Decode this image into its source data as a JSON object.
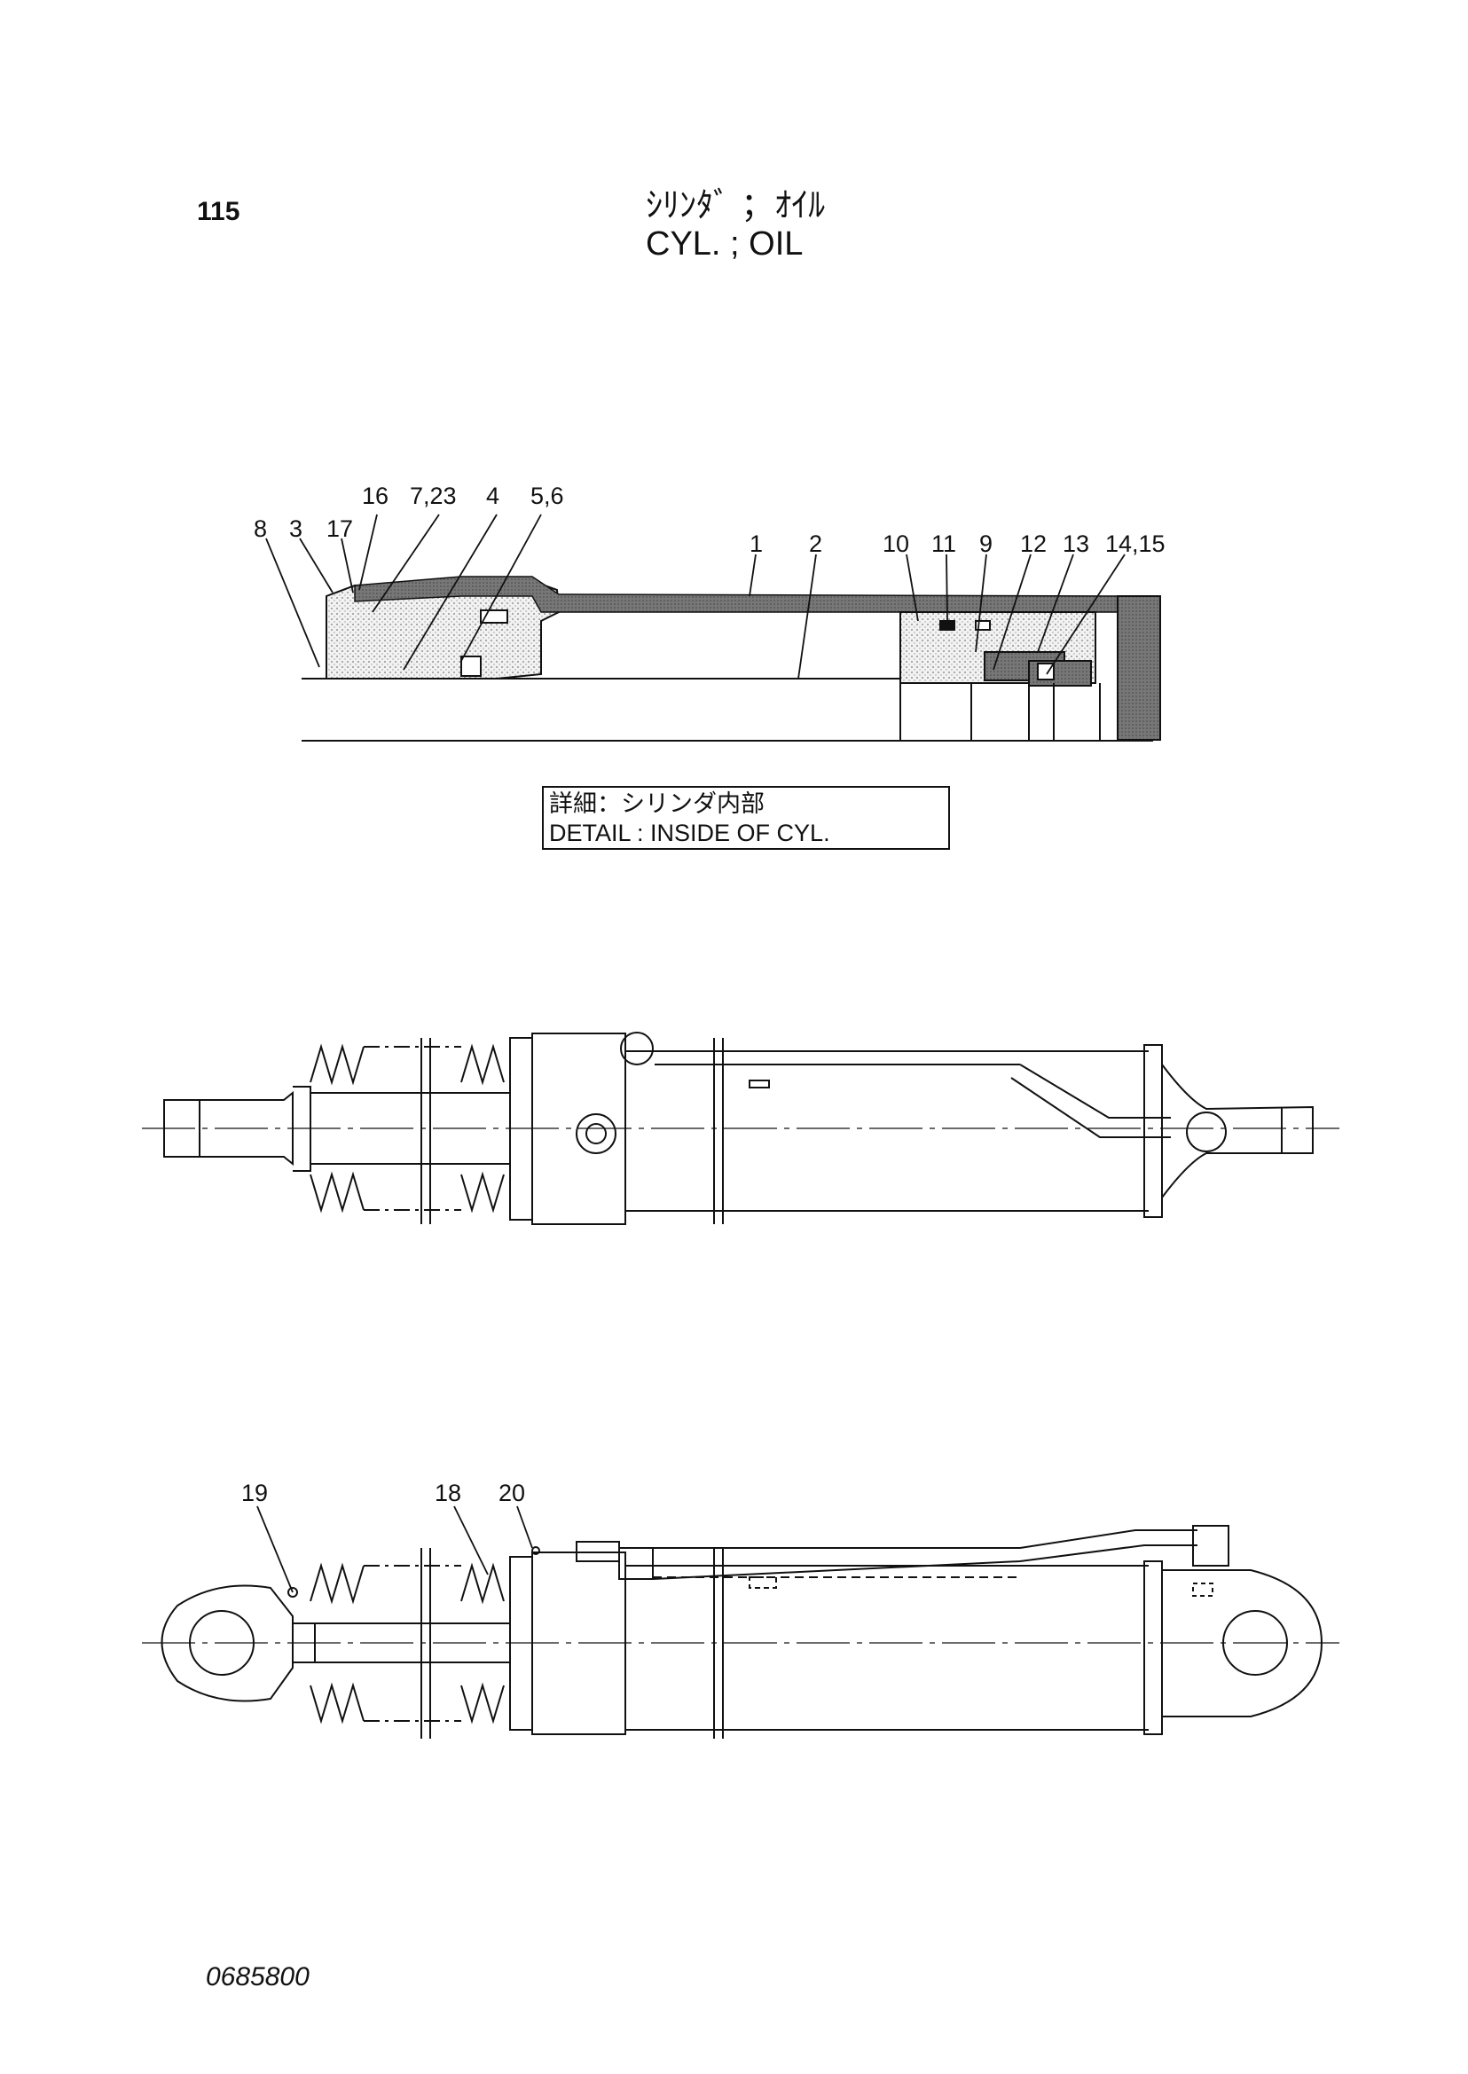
{
  "page": {
    "number": "115",
    "drawing_no": "0685800"
  },
  "title": {
    "jp": "ｼﾘﾝﾀﾞ ；ｵｲﾙ",
    "en": "CYL. ; OIL"
  },
  "detail": {
    "jp": "詳細：シリンダ内部",
    "en": "DETAIL : INSIDE OF CYL."
  },
  "detail_labels": [
    "8",
    "3",
    "17",
    "16",
    "7,23",
    "4",
    "5,6",
    "1",
    "2",
    "10",
    "11",
    "9",
    "12",
    "13",
    "14,15"
  ],
  "bottom_labels": [
    "19",
    "18",
    "20"
  ]
}
